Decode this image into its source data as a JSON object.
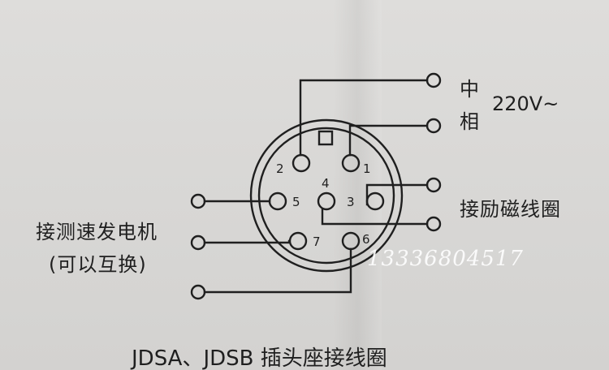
{
  "labels": {
    "phase_zhong": "中",
    "phase_xiang": "相",
    "voltage": "220V~",
    "excitation_coil": "接励磁线圈",
    "tacho_line1": "接测速发电机",
    "tacho_line2": "(可以互换)",
    "title": "JDSA、JDSB 插头座接线圈"
  },
  "pins": [
    {
      "number": "1"
    },
    {
      "number": "2"
    },
    {
      "number": "3"
    },
    {
      "number": "4"
    },
    {
      "number": "5"
    },
    {
      "number": "6"
    },
    {
      "number": "7"
    }
  ],
  "watermark": "13336804517",
  "colors": {
    "paper": "#d8d7d5",
    "ink": "#1f1f1f",
    "watermark": "#ffffff"
  }
}
